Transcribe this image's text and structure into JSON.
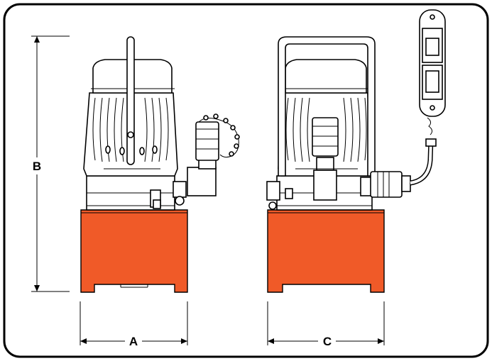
{
  "dimensions": {
    "height_label": "B",
    "width_front_label": "A",
    "width_side_label": "C"
  },
  "colors": {
    "tank": "#f05a28",
    "outline": "#000000",
    "background": "#ffffff"
  }
}
